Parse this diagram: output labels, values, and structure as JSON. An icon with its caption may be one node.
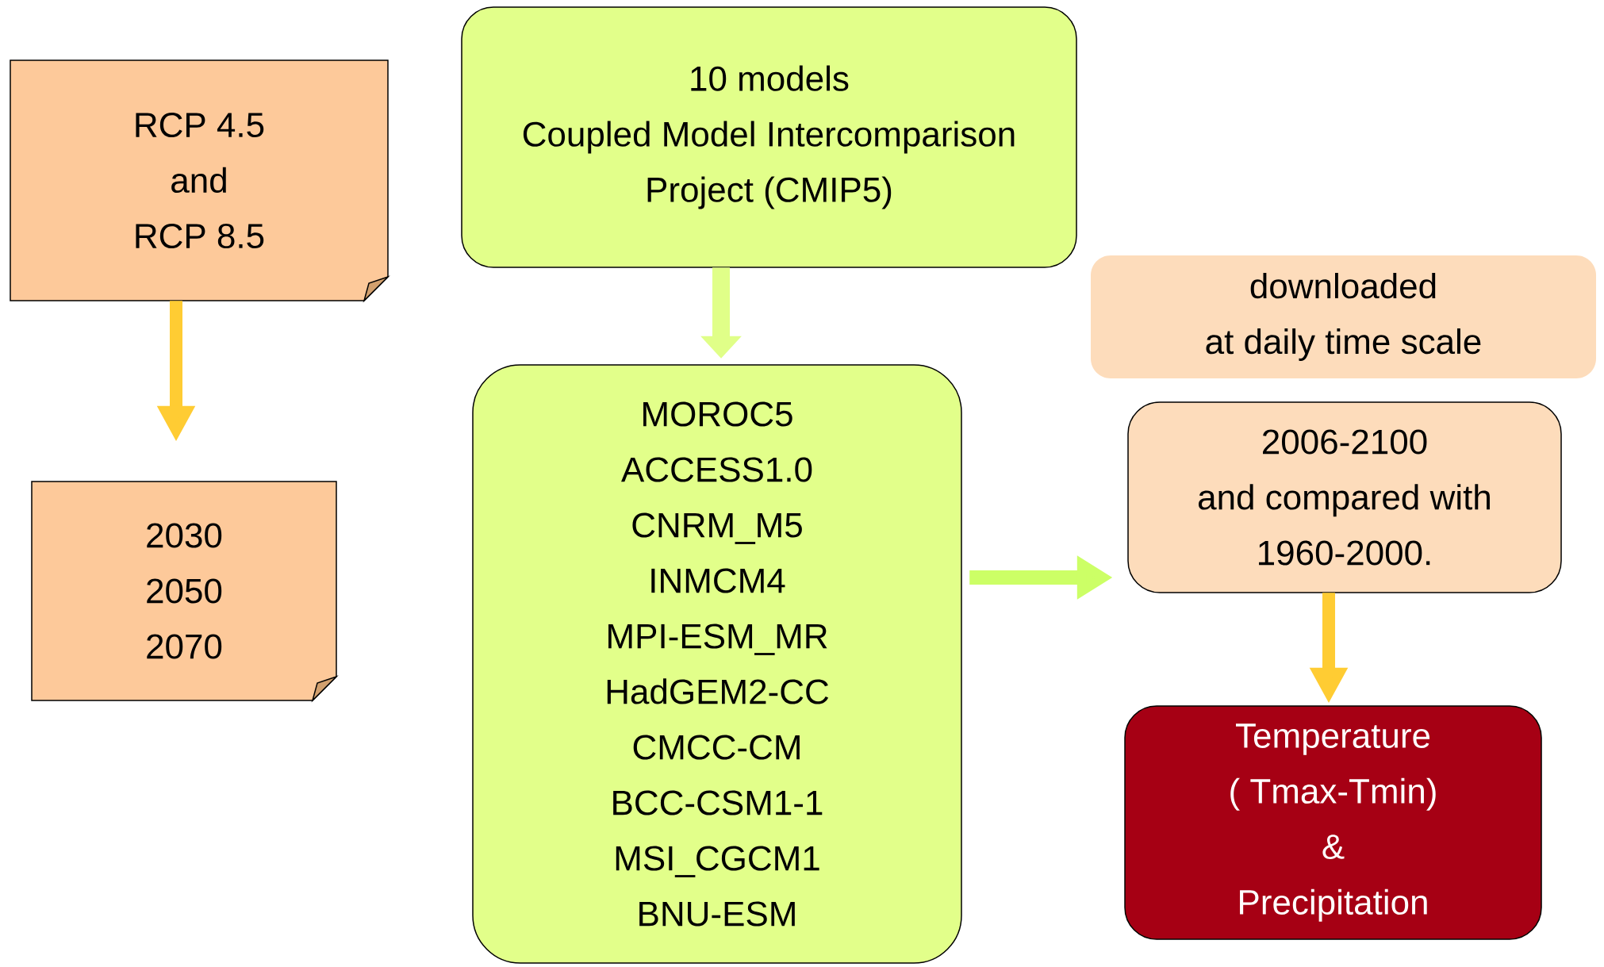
{
  "diagram": {
    "nodes": [
      {
        "text": [
          "RCP 4.5",
          "and",
          "RCP 8.5"
        ]
      },
      {
        "text": [
          "2030",
          "2050",
          "2070"
        ]
      },
      {
        "text": [
          "10 models",
          "Coupled Model Intercomparison Project (CMIP5)"
        ]
      },
      {
        "text": [
          "MOROC5",
          "ACCESS1.0",
          "CNRM_M5",
          "INMCM4",
          "MPI-ESM_MR",
          "HadGEM2-CC",
          "CMCC-CM",
          "BCC-CSM1-1",
          "MSI_CGCM1",
          "BNU-ESM"
        ]
      },
      {
        "text": [
          "downloaded",
          "at daily time scale"
        ]
      },
      {
        "text": [
          "2006-2100",
          "and compared with",
          "1960-2000."
        ]
      },
      {
        "text": [
          "Temperature",
          "( Tmax-Tmin)",
          "&",
          "Precipitation"
        ]
      }
    ],
    "edges": [
      {
        "from": 0,
        "to": 1,
        "arrow": "to"
      },
      {
        "from": 2,
        "to": 3,
        "arrow": "to",
        "color": "#e0ff88"
      },
      {
        "from": 3,
        "to": 5,
        "arrow": "to",
        "color": "#ccff66"
      },
      {
        "from": 5,
        "to": 6,
        "arrow": "to"
      }
    ]
  }
}
